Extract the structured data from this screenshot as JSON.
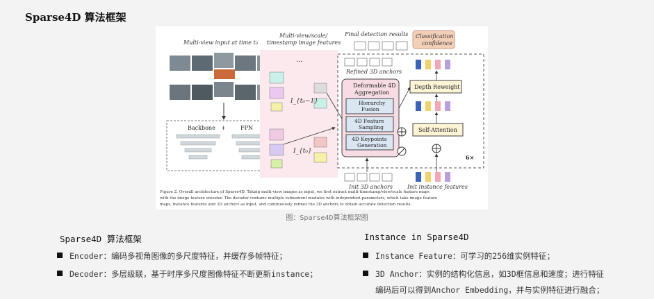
{
  "page_title": "Sparse4D 算法框架",
  "figure": {
    "input_label": "Multi-view input at time t₀",
    "features_label_l1": "Multi-view/scale/",
    "features_label_l2": "timestamp image features",
    "backbone_label": "Backbone",
    "plus": "+",
    "fpn_label": "FPN",
    "ellipsis": "···",
    "i_prev": "I_{t₀−1}",
    "i_curr": "I_{t₀}",
    "final_detection": "Final detection results",
    "classification_l1": "Classification",
    "classification_l2": "confidence",
    "refined_anchors": "Refined 3D anchors",
    "deformable_l1": "Deformable 4D",
    "deformable_l2": "Aggregation",
    "hierarchy_l1": "Hierarchy",
    "hierarchy_l2": "Fusion",
    "sampling_l1": "4D Feature",
    "sampling_l2": "Sampling",
    "keypoints_l1": "4D Keypoints",
    "keypoints_l2": "Generation",
    "depth_reweight": "Depth Reweight",
    "self_attention": "Self-Attention",
    "times": "6×",
    "init_anchors": "Init 3D anchors",
    "init_instance": "Init instance features",
    "caption_l1": "Figure 2. Overall architecture of Sparse4D. Taking multi-view images as input, we first extract multi-timestamp/view/scale feature maps",
    "caption_l2": "with the image feature encoder. The decoder contains multiple refinement modules with independent parameters, which take image feature",
    "caption_l3": "maps, instance features and 3D anchors as input, and continuously refines the 3D anchors to obtain accurate detection results."
  },
  "figure_caption": "图：Sparse4D算法框架图",
  "left_section": {
    "title": "Sparse4D 算法框架",
    "bullets": [
      "Encoder：编码多视角图像的多尺度特征，并缓存多帧特征；",
      "Decoder：多层级联，基于时序多尺度图像特征不断更新instance；"
    ]
  },
  "right_section": {
    "title": "Instance in Sparse4D",
    "bullets": [
      "Instance Feature：可学习的256维实例特征；",
      "3D Anchor：实例的结构化信息，如3D框信息和速度；进行特征",
      "编码后可以得到Anchor Embedding，并与实例特征进行融合；"
    ]
  },
  "colors": {
    "feature_bg": "#fbe9ee",
    "decoder_block": "#f7dde3",
    "sub_block": "#dbe6f3",
    "classification_bg": "#f4cfb8",
    "depth_bg": "#fdf4d6",
    "attention_bg": "#fdf4d6"
  }
}
